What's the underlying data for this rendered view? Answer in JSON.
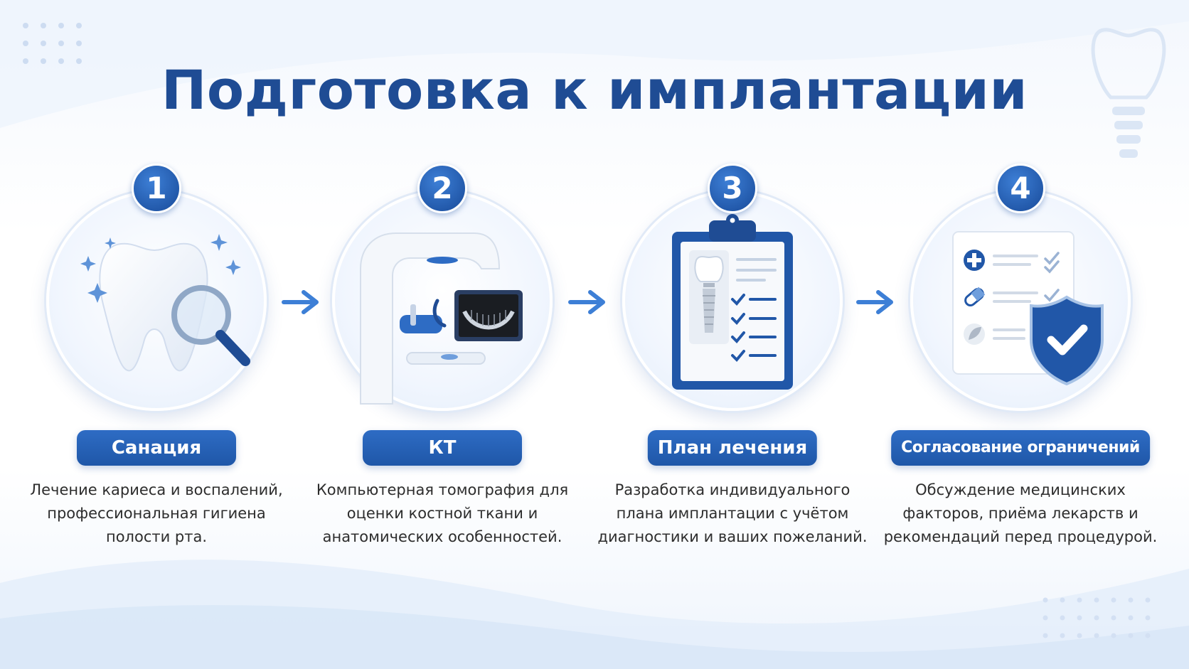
{
  "title": "Подготовка к имплантации",
  "steps": [
    {
      "number": "1",
      "label": "Санация",
      "description": "Лечение кариеса и воспалений, профессиональная гигиена полости рта.",
      "icon": "tooth-magnifier-icon"
    },
    {
      "number": "2",
      "label": "КТ",
      "description": "Компьютерная томография для оценки костной ткани и анатомических особенностей.",
      "icon": "ct-scanner-icon"
    },
    {
      "number": "3",
      "label": "План лечения",
      "description": "Разработка индивидуального плана имплантации с учётом диагностики и ваших пожеланий.",
      "icon": "clipboard-plan-icon"
    },
    {
      "number": "4",
      "label": "Согласование ограничений",
      "description": "Обсуждение медицинских факторов, приёма лекарств и рекомендаций перед процедурой.",
      "icon": "checklist-shield-icon"
    }
  ],
  "colors": {
    "primary": "#2157a8",
    "title": "#1f4c94",
    "accent": "#3d7fd6",
    "text": "#2d2d2d"
  }
}
